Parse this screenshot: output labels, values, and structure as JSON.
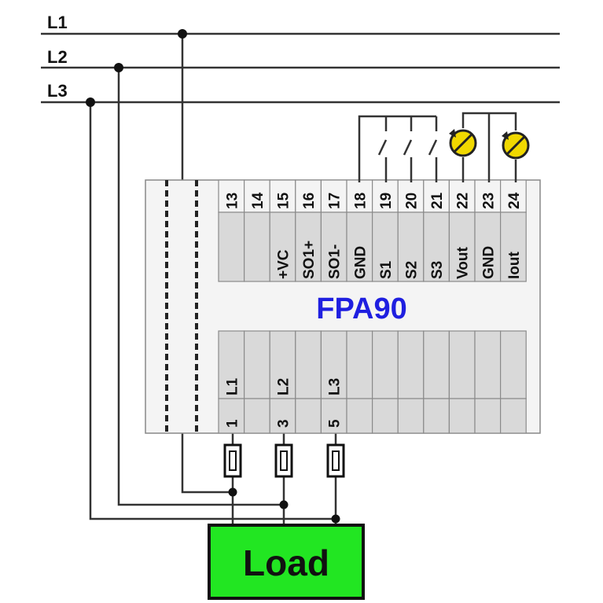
{
  "lines": [
    "L1",
    "L2",
    "L3"
  ],
  "device": {
    "model": "FPA90",
    "model_color": "#1f1fe0",
    "top_terminals": [
      {
        "number": "13",
        "signal": ""
      },
      {
        "number": "14",
        "signal": ""
      },
      {
        "number": "15",
        "signal": "+VC"
      },
      {
        "number": "16",
        "signal": "SO1+"
      },
      {
        "number": "17",
        "signal": "SO1-"
      },
      {
        "number": "18",
        "signal": "GND"
      },
      {
        "number": "19",
        "signal": "S1"
      },
      {
        "number": "20",
        "signal": "S2"
      },
      {
        "number": "21",
        "signal": "S3"
      },
      {
        "number": "22",
        "signal": "Vout"
      },
      {
        "number": "23",
        "signal": "GND"
      },
      {
        "number": "24",
        "signal": "Iout"
      }
    ],
    "bottom_terminals": [
      {
        "number": "1",
        "signal": "L1"
      },
      {
        "number": "",
        "signal": ""
      },
      {
        "number": "3",
        "signal": "L2"
      },
      {
        "number": "",
        "signal": ""
      },
      {
        "number": "5",
        "signal": "L3"
      },
      {
        "number": "",
        "signal": ""
      },
      {
        "number": "",
        "signal": ""
      },
      {
        "number": "",
        "signal": ""
      },
      {
        "number": "",
        "signal": ""
      },
      {
        "number": "",
        "signal": ""
      },
      {
        "number": "",
        "signal": ""
      },
      {
        "number": "",
        "signal": ""
      }
    ]
  },
  "load": {
    "label": "Load",
    "color": "#22e622"
  },
  "colors": {
    "wire": "#333333",
    "panel_fill": "#d9d9d9",
    "device_fill": "#f4f4f4",
    "fuse_fill": "#ffffff",
    "meter_fill": "#f0d800"
  }
}
